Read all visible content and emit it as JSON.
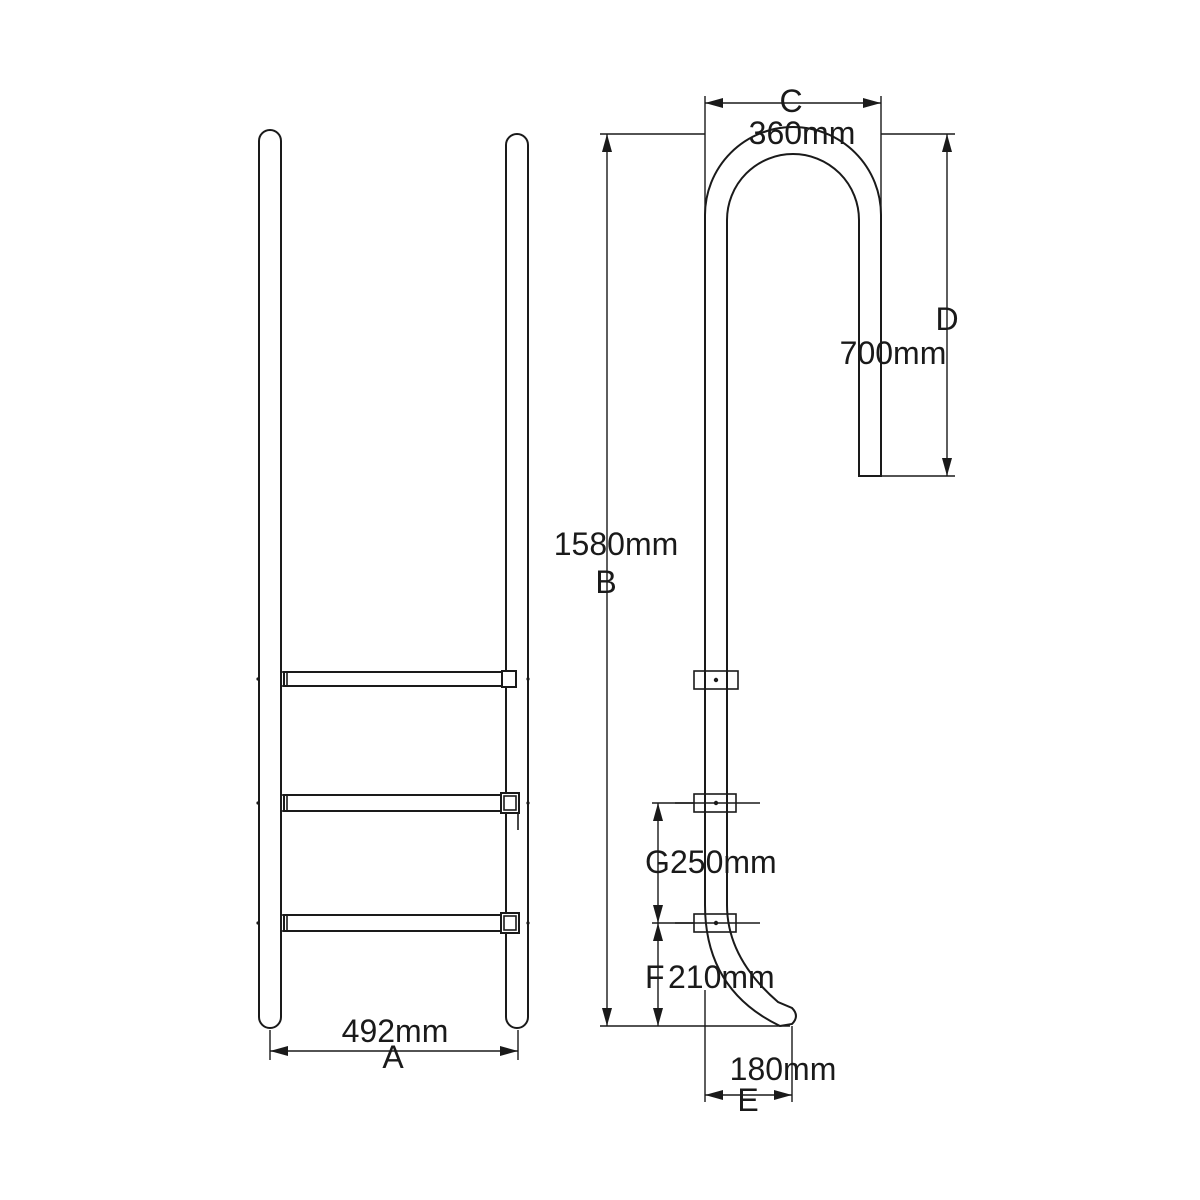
{
  "dimensions": {
    "A": {
      "letter": "A",
      "value": "492mm"
    },
    "B": {
      "letter": "B",
      "value": "1580mm"
    },
    "C": {
      "letter": "C",
      "value": "360mm"
    },
    "D": {
      "letter": "D",
      "value": "700mm"
    },
    "E": {
      "letter": "E",
      "value": "180mm"
    },
    "F": {
      "letter": "F",
      "value": "210mm"
    },
    "G": {
      "letter": "G",
      "value": "250mm"
    }
  },
  "colors": {
    "line": "#1a1a1a",
    "background": "#ffffff"
  }
}
